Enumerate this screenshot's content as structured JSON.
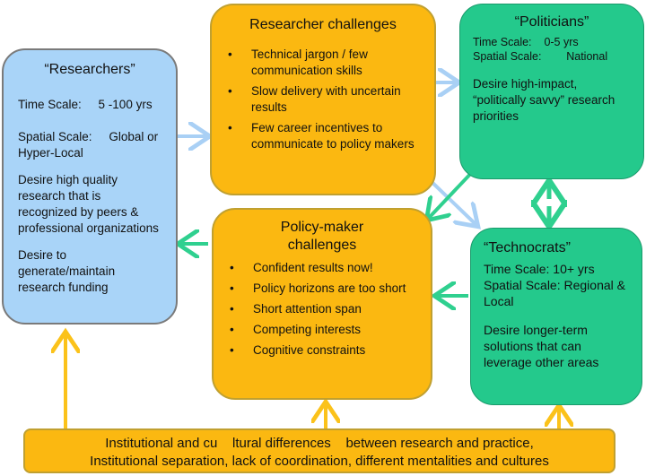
{
  "researchers": {
    "title": "“Researchers”",
    "time_scale_label": "Time Scale:",
    "time_scale_value": "5 -100 yrs",
    "spatial_scale_label": "Spatial Scale:",
    "spatial_scale_value": "Global or",
    "spatial_scale_value2": "Hyper-Local",
    "desire1": "Desire high quality research that is recognized by peers & professional organizations",
    "desire2": "Desire to generate/maintain research funding"
  },
  "researcher_challenges": {
    "title": "Researcher challenges",
    "items": [
      "Technical jargon / few communication skills",
      "Slow delivery with uncertain results",
      "Few career incentives to communicate to policy makers"
    ]
  },
  "politicians": {
    "title": "“Politicians”",
    "time_scale_label": "Time Scale:",
    "time_scale_value": "0-5 yrs",
    "spatial_scale_label": "Spatial Scale:",
    "spatial_scale_value": "National",
    "desire": "Desire high-impact, “politically savvy” research priorities"
  },
  "policy_maker_challenges": {
    "title": "Policy-maker challenges",
    "items": [
      "Confident results now!",
      "Policy horizons are too short",
      "Short attention span",
      "Competing interests",
      "Cognitive constraints"
    ]
  },
  "technocrats": {
    "title": "“Technocrats”",
    "time_scale": "Time Scale: 10+ yrs",
    "spatial_scale": "Spatial Scale: Regional & Local",
    "desire": "Desire longer-term solutions that can leverage other areas"
  },
  "bottom_bar": {
    "line1": "Institutional and cu    ltural differences    between research and practice,",
    "line2": "Institutional separation, lack of coordination, different mentalities and cultures"
  },
  "colors": {
    "blue": "#a9d4f8",
    "orange": "#fbb811",
    "green": "#24c98c",
    "arrow_blue": "#a9d0f5",
    "arrow_green": "#2fd08f",
    "arrow_yellow": "#fbc21a"
  }
}
